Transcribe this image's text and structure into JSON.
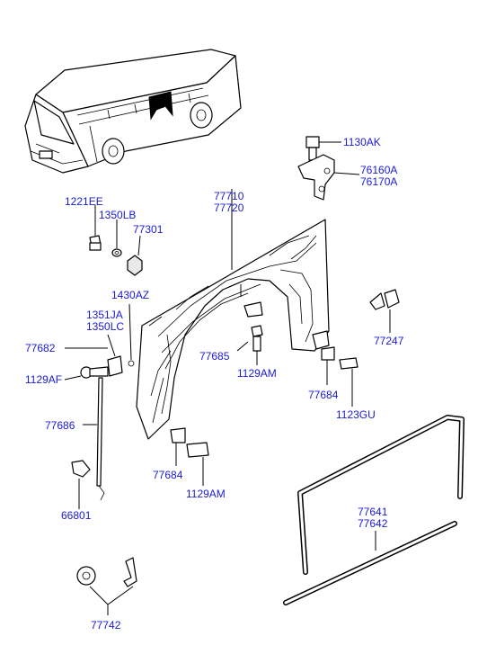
{
  "colors": {
    "label": "#1a1ad6",
    "ink": "#000000",
    "paper": "#ffffff"
  },
  "labels": {
    "p1130AK": "1130AK",
    "p76160A": "76160A",
    "p76170A": "76170A",
    "p1221EE": "1221EE",
    "p1350LB": "1350LB",
    "p77301": "77301",
    "p77710": "77710",
    "p77720": "77720",
    "p1430AZ": "1430AZ",
    "p1351JA": "1351JA",
    "p1350LC": "1350LC",
    "p77682": "77682",
    "p1129AF": "1129AF",
    "p77685": "77685",
    "p1129AM_a": "1129AM",
    "p77247": "77247",
    "p77684_a": "77684",
    "p1123GU": "1123GU",
    "p77686": "77686",
    "p77684_b": "77684",
    "p1129AM_b": "1129AM",
    "p66801": "66801",
    "p77641": "77641",
    "p77642": "77642",
    "p77742": "77742"
  }
}
